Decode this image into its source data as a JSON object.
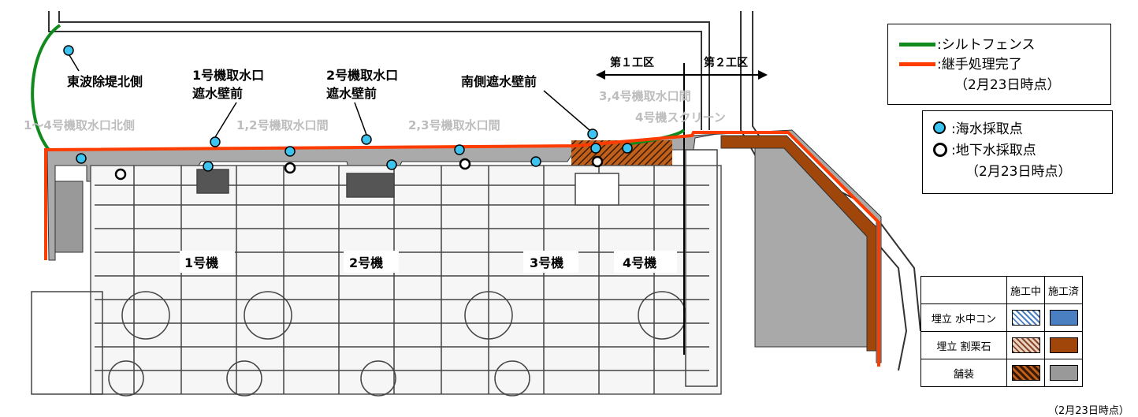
{
  "labels": {
    "east_breakwater_north": "東波除堤北側",
    "unit1_intake_front": [
      "1号機取水口",
      "遮水壁前"
    ],
    "unit2_intake_front": [
      "2号機取水口",
      "遮水壁前"
    ],
    "south_wall_front": "南側遮水壁前",
    "zone1": "第１工区",
    "zone2": "第２工区",
    "unit1_4_north": "1～4号機取水口北側",
    "unit12_between": "1,2号機取水口間",
    "unit23_between": "2,3号機取水口間",
    "unit34_between": "3,4号機取水口間",
    "unit4_screen": "4号機スクリーン",
    "unit1": "1号機",
    "unit2": "2号機",
    "unit3": "3号機",
    "unit4": "4号機"
  },
  "legend_lines": {
    "silt_fence": ":シルトフェンス",
    "joint_done": ":継手処理完了",
    "joint_date": "（2月23日時点）",
    "green": "#118a1e",
    "red": "#ff3c00"
  },
  "legend_points": {
    "seawater": ":海水採取点",
    "groundwater": ":地下水採取点",
    "date": "（2月23日時点）",
    "seawater_color": "#3cc3f0"
  },
  "status_table": {
    "headers": [
      "施工中",
      "施工済"
    ],
    "rows": [
      {
        "label": "埋立 水中コン",
        "in_progress": "blue-hatch",
        "done": "#4a7fc1"
      },
      {
        "label": "埋立 割栗石",
        "in_progress": "brown-hatch",
        "done": "#a0460a"
      },
      {
        "label": "舗装",
        "in_progress": "dark-hatch",
        "done": "#999999"
      }
    ],
    "note": "（2月23日時点）"
  }
}
